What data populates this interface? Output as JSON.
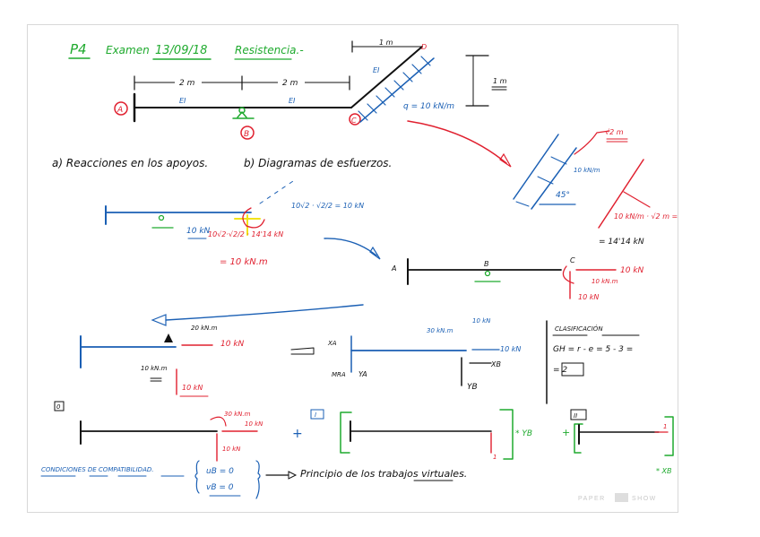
{
  "header": {
    "problem": "P4",
    "exam_label": "Examen",
    "date": "13/09/18",
    "subject": "Resistencia.-"
  },
  "structure": {
    "span_1": "2 m",
    "span_2": "2 m",
    "span_top": "1 m",
    "height": "1 m",
    "ei_1": "EI",
    "ei_2": "EI",
    "ei_3": "EI",
    "node_a": "A",
    "node_b": "B",
    "node_c": "C",
    "node_d": "D",
    "load": "q = 10 kN/m"
  },
  "questions": {
    "a": "a) Reacciones en los apoyos.",
    "b": "b) Diagramas de esfuerzos."
  },
  "inclined_detail": {
    "length": "√2 m",
    "load": "10 kN/m",
    "angle": "45°",
    "resultant_expr": "10 kN/m · √2 m =",
    "resultant_value": "= 14'14 kN"
  },
  "reduction": {
    "component_expr": "10√2 · √2/2 = 10 kN",
    "horizontal": "10 kN",
    "moment_expr": "10√2·√2/2 · 14'14 kN",
    "moment_value": "= 10 kN.m"
  },
  "equivalent_beam": {
    "node_a": "A",
    "node_b": "B",
    "node_c": "C",
    "force_h": "10 kN",
    "moment": "10 kN.m",
    "force_v": "10 kN"
  },
  "beam_b": {
    "moment_top": "20 kN.m",
    "force_h": "10 kN",
    "moment_bottom": "10 kN.m",
    "force_v": "10 kN"
  },
  "free_body": {
    "xa": "XA",
    "mra": "MRA",
    "ya": "YA",
    "moment": "30 kN.m",
    "force_v": "10 kN",
    "force_h": "10 kN",
    "xb": "XB",
    "yb": "YB"
  },
  "classification": {
    "title": "CLASIFICACIÓN",
    "formula": "GH = r - e = 5 - 3 =",
    "result": "= 2"
  },
  "superposition": {
    "case_0": "0",
    "case_0_moment": "30 kN.m",
    "case_0_force_h": "10 kN",
    "case_0_force_v": "10 kN",
    "plus_1": "+",
    "case_1": "I",
    "case_1_load": "1",
    "case_1_factor": "* YB",
    "plus_2": "+",
    "case_2": "II",
    "case_2_load": "1",
    "case_2_factor": "* XB"
  },
  "compatibility": {
    "title": "CONDICIONES DE COMPATIBILIDAD.",
    "eq_1": "uB = 0",
    "eq_2": "vB = 0",
    "method": "Principio de los trabajos virtuales."
  },
  "branding": {
    "logo_left": "PAPER",
    "logo_right": "SHOW"
  }
}
